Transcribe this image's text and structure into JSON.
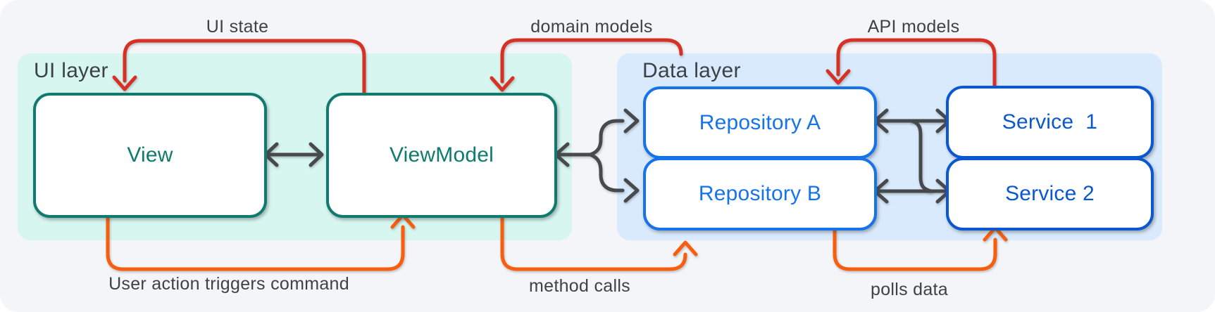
{
  "colors": {
    "canvas_bg": "#f3f5f8",
    "ui_panel_bg": "#d7f6f0",
    "data_panel_bg": "#d8eafc",
    "teal": "#0f7b6f",
    "blue": "#1673e9",
    "dark_blue": "#0b57d0",
    "red": "#d93025",
    "orange": "#f95d0e",
    "gray_arrow": "#47494c",
    "label_text": "#3f4245",
    "title_text": "#3c4145"
  },
  "panels": {
    "ui": {
      "title": "UI layer"
    },
    "data": {
      "title": "Data layer"
    }
  },
  "boxes": {
    "view": {
      "label": "View"
    },
    "viewmodel": {
      "label": "ViewModel"
    },
    "repository_a": {
      "label": "Repository A"
    },
    "repository_b": {
      "label": "Repository B"
    },
    "service_1": {
      "label": "Service  1"
    },
    "service_2": {
      "label": "Service 2"
    }
  },
  "arrow_labels": {
    "ui_state": "UI state",
    "domain_models": "domain models",
    "api_models": "API models",
    "user_action": "User action triggers command",
    "method_calls": "method calls",
    "polls_data": "polls data"
  }
}
